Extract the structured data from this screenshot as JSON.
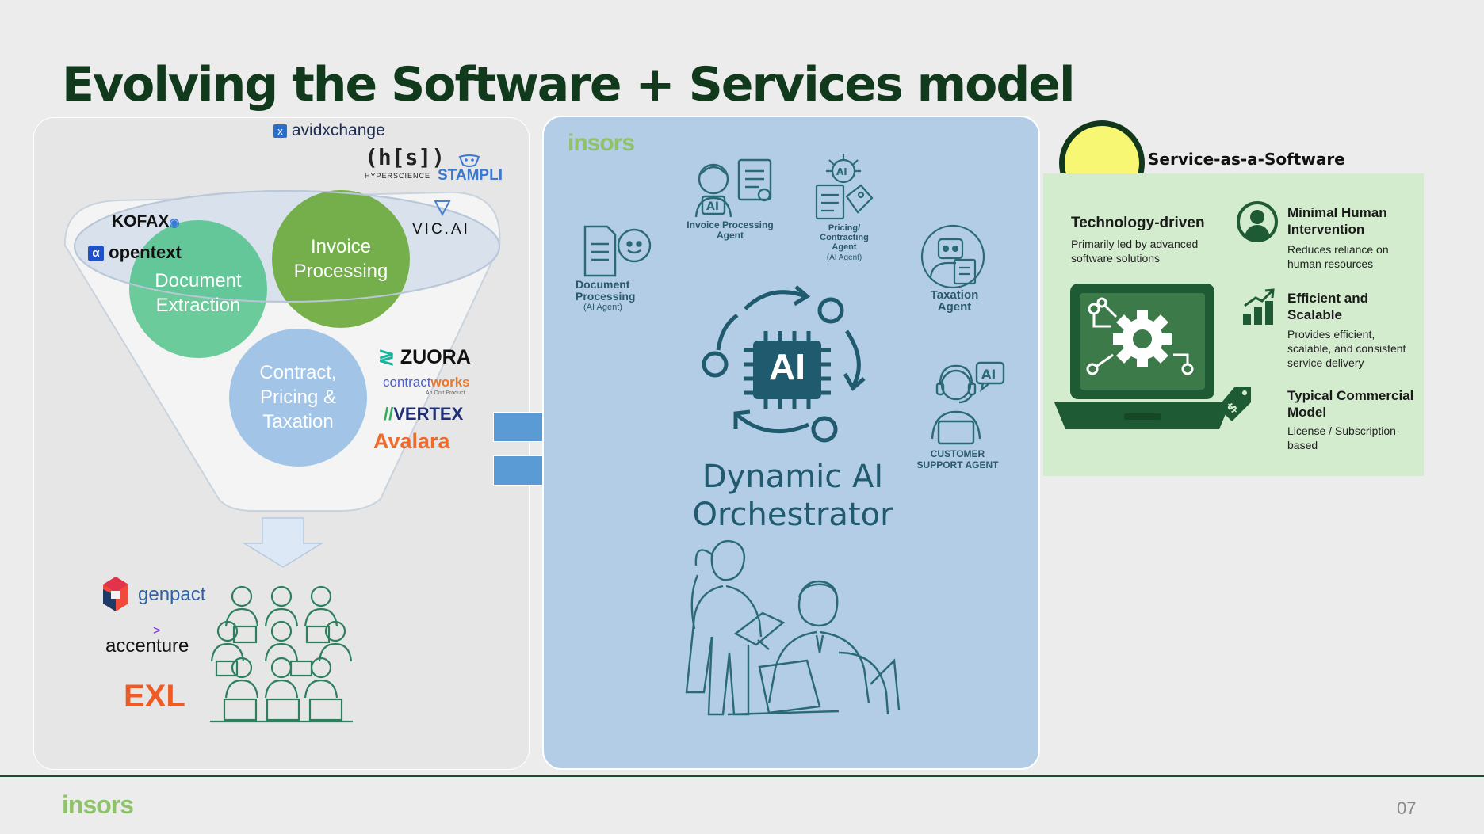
{
  "title": "Evolving the Software + Services model",
  "page_number": "07",
  "brand": "insors",
  "colors": {
    "dark_green": "#113a1c",
    "teal": "#2a6a78",
    "funnel_ring": "#d8e1ec",
    "circle_green": "#3dbd7e",
    "circle_olive": "#6aaa3a",
    "circle_blue": "#9dc2e6",
    "saas_yellow": "#f7f774",
    "saas_bg": "#d3ecce"
  },
  "left": {
    "logos": {
      "avidxchange": "avidxchange",
      "hs": "(h[s])",
      "hs_sub": "HYPERSCIENCE",
      "stampli": "STAMPLI",
      "kofax": "KOFAX",
      "opentext": "opentext",
      "vicai": "VIC.AI",
      "zuora": "ZUORA",
      "contractworks_a": "contract",
      "contractworks_b": "works",
      "contractworks_sub": "An Onit Product",
      "vertex": "VERTEX",
      "avalara": "Avalara",
      "genpact": "genpact",
      "accenture": "accenture",
      "exl": "EXL"
    },
    "circles": {
      "document_extraction": "Document Extraction",
      "invoice_processing": "Invoice Processing",
      "contract": "Contract, Pricing & Taxation"
    }
  },
  "middle": {
    "agents": {
      "document_processing": "Document Processing",
      "document_processing_sub": "(AI Agent)",
      "invoice_processing": "Invoice Processing Agent",
      "pricing": "Pricing/ Contracting Agent",
      "pricing_sub": "(AI Agent)",
      "taxation": "Taxation Agent",
      "customer_support": "CUSTOMER SUPPORT AGENT"
    },
    "chip_label": "AI",
    "bubble_label": "AI",
    "orchestrator_title": "Dynamic AI Orchestrator"
  },
  "right": {
    "title": "Service-as-a-Software",
    "features": [
      {
        "title": "Technology-driven",
        "desc": "Primarily led by advanced software solutions",
        "icon": "laptop-gear-icon"
      },
      {
        "title": "Minimal Human Intervention",
        "desc": "Reduces reliance on human resources",
        "icon": "person-icon"
      },
      {
        "title": "Efficient and Scalable",
        "desc": "Provides efficient, scalable, and consistent service delivery",
        "icon": "growth-chart-icon"
      },
      {
        "title": "Typical Commercial Model",
        "desc": "License / Subscription-based",
        "icon": "price-tag-icon"
      }
    ]
  }
}
